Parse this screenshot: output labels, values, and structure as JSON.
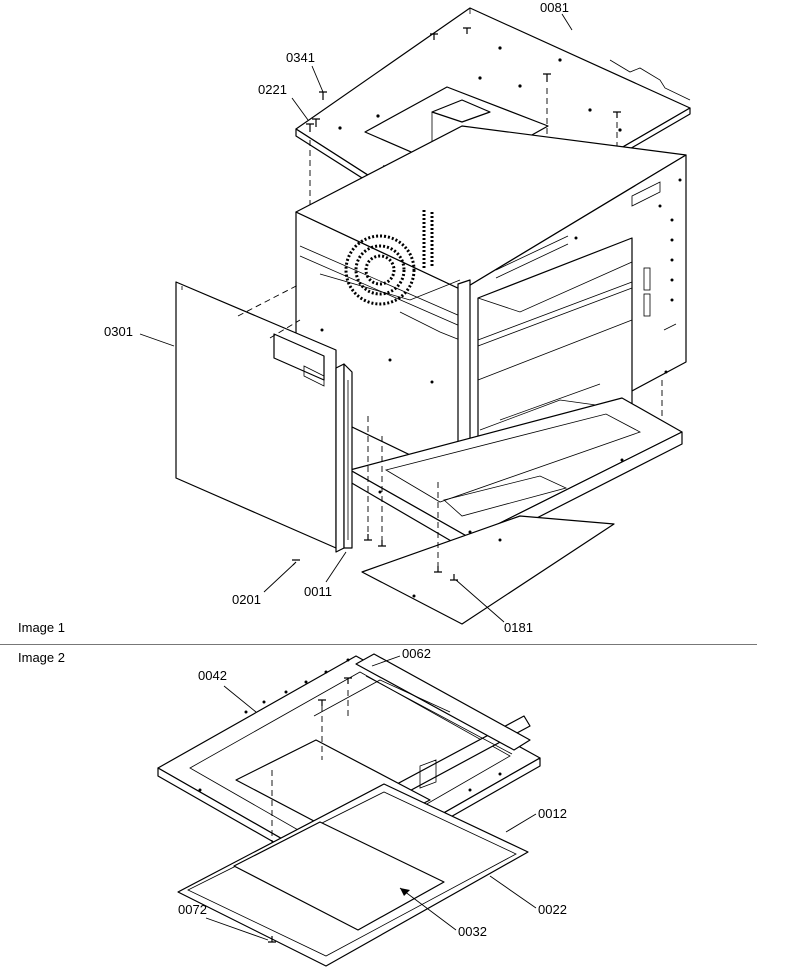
{
  "figure": {
    "panel1_label": "Image 1",
    "panel2_label": "Image 2"
  },
  "callouts": {
    "c0081": "0081",
    "c0341": "0341",
    "c0221": "0221",
    "c0301": "0301",
    "c0201": "0201",
    "c0011": "0011",
    "c0181": "0181",
    "c0062": "0062",
    "c0042": "0042",
    "c0012": "0012",
    "c0022": "0022",
    "c0072": "0072",
    "c0032": "0032"
  }
}
